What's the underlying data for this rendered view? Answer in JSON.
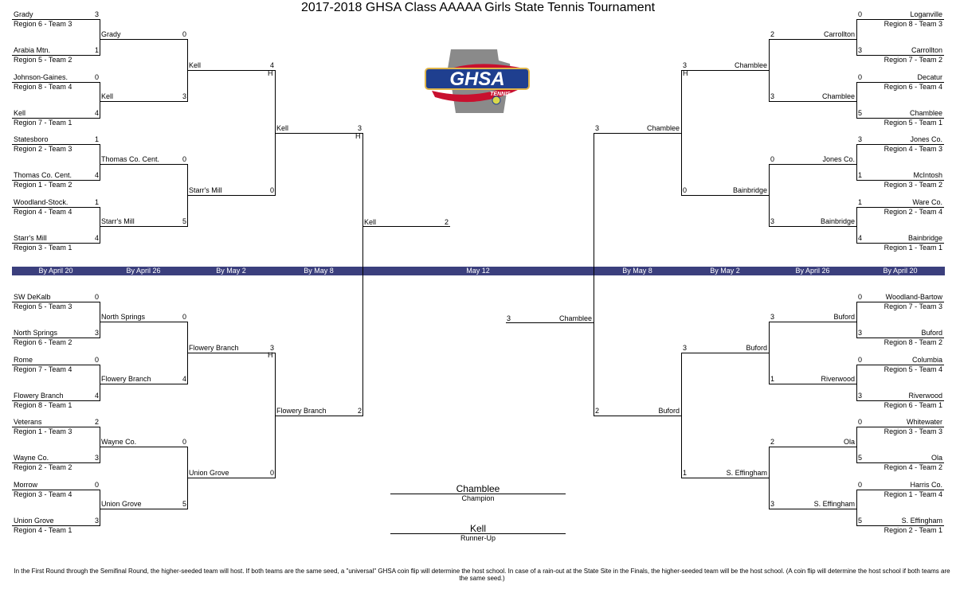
{
  "title": "2017-2018 GHSA Class AAAAA Girls State Tennis Tournament",
  "logo": {
    "icon": "ghsa-tennis-logo",
    "text": "GHSA",
    "subtext": "TENNIS"
  },
  "rounds": [
    "By April 20",
    "By April 26",
    "By May 2",
    "By May 8",
    "May 12",
    "By May 8",
    "By May 2",
    "By April 26",
    "By April 20"
  ],
  "host_marker": "H",
  "left_top": {
    "r1": [
      {
        "name": "Grady",
        "seed": "Region 6 - Team 3",
        "score": "3"
      },
      {
        "name": "Arabia Mtn.",
        "seed": "Region 5 - Team 2",
        "score": "1"
      },
      {
        "name": "Johnson-Gaines.",
        "seed": "Region 8 - Team 4",
        "score": "0"
      },
      {
        "name": "Kell",
        "seed": "Region 7 - Team 1",
        "score": "4"
      },
      {
        "name": "Statesboro",
        "seed": "Region 2 - Team 3",
        "score": "1"
      },
      {
        "name": "Thomas Co. Cent.",
        "seed": "Region 1 - Team 2",
        "score": "4"
      },
      {
        "name": "Woodland-Stock.",
        "seed": "Region 4 - Team 4",
        "score": "1"
      },
      {
        "name": "Starr's Mill",
        "seed": "Region 3 - Team 1",
        "score": "4"
      }
    ],
    "r2": [
      {
        "name": "Grady",
        "score": "0"
      },
      {
        "name": "Kell",
        "score": "3"
      },
      {
        "name": "Thomas Co. Cent.",
        "score": "0"
      },
      {
        "name": "Starr's Mill",
        "score": "5"
      }
    ],
    "qf": [
      {
        "name": "Kell",
        "score": "4"
      },
      {
        "name": "Starr's Mill",
        "score": "0"
      }
    ],
    "sf": {
      "name": "Kell",
      "score": "3"
    }
  },
  "left_bottom": {
    "r1": [
      {
        "name": "SW DeKalb",
        "seed": "Region 5 - Team 3",
        "score": "0"
      },
      {
        "name": "North Springs",
        "seed": "Region 6 - Team 2",
        "score": "3"
      },
      {
        "name": "Rome",
        "seed": "Region 7 - Team 4",
        "score": "0"
      },
      {
        "name": "Flowery Branch",
        "seed": "Region 8 - Team 1",
        "score": "4"
      },
      {
        "name": "Veterans",
        "seed": "Region 1 - Team 3",
        "score": "2"
      },
      {
        "name": "Wayne Co.",
        "seed": "Region 2 - Team 2",
        "score": "3"
      },
      {
        "name": "Morrow",
        "seed": "Region 3 - Team 4",
        "score": "0"
      },
      {
        "name": "Union Grove",
        "seed": "Region 4 - Team 1",
        "score": "3"
      }
    ],
    "r2": [
      {
        "name": "North Springs",
        "score": "0"
      },
      {
        "name": "Flowery Branch",
        "score": "4"
      },
      {
        "name": "Wayne Co.",
        "score": "0"
      },
      {
        "name": "Union Grove",
        "score": "5"
      }
    ],
    "qf": [
      {
        "name": "Flowery Branch",
        "score": "3"
      },
      {
        "name": "Union Grove",
        "score": "0"
      }
    ],
    "sf": {
      "name": "Flowery Branch",
      "score": "2"
    }
  },
  "right_top": {
    "r1": [
      {
        "name": "Loganville",
        "seed": "Region 8 - Team 3",
        "score": "0"
      },
      {
        "name": "Carrollton",
        "seed": "Region 7 - Team 2",
        "score": "3"
      },
      {
        "name": "Decatur",
        "seed": "Region 6 - Team 4",
        "score": "0"
      },
      {
        "name": "Chamblee",
        "seed": "Region 5 - Team 1",
        "score": "5"
      },
      {
        "name": "Jones Co.",
        "seed": "Region 4 - Team 3",
        "score": "3"
      },
      {
        "name": "McIntosh",
        "seed": "Region 3 - Team 2",
        "score": "1"
      },
      {
        "name": "Ware Co.",
        "seed": "Region 2 - Team 4",
        "score": "1"
      },
      {
        "name": "Bainbridge",
        "seed": "Region 1 - Team 1",
        "score": "4"
      }
    ],
    "r2": [
      {
        "name": "Carrollton",
        "score": "2"
      },
      {
        "name": "Chamblee",
        "score": "3"
      },
      {
        "name": "Jones Co.",
        "score": "0"
      },
      {
        "name": "Bainbridge",
        "score": "3"
      }
    ],
    "qf": [
      {
        "name": "Chamblee",
        "score": "3"
      },
      {
        "name": "Bainbridge",
        "score": "0"
      }
    ],
    "sf": {
      "name": "Chamblee",
      "score": "3"
    }
  },
  "right_bottom": {
    "r1": [
      {
        "name": "Woodland-Bartow",
        "seed": "Region 7 - Team 3",
        "score": "0"
      },
      {
        "name": "Buford",
        "seed": "Region 8 - Team 2",
        "score": "3"
      },
      {
        "name": "Columbia",
        "seed": "Region 5 - Team 4",
        "score": "0"
      },
      {
        "name": "Riverwood",
        "seed": "Region 6 - Team 1",
        "score": "3"
      },
      {
        "name": "Whitewater",
        "seed": "Region 3 - Team 3",
        "score": "0"
      },
      {
        "name": "Ola",
        "seed": "Region 4 - Team 2",
        "score": "5"
      },
      {
        "name": "Harris Co.",
        "seed": "Region 1 - Team 4",
        "score": "0"
      },
      {
        "name": "S. Effingham",
        "seed": "Region 2 - Team 1",
        "score": "5"
      }
    ],
    "r2": [
      {
        "name": "Buford",
        "score": "3"
      },
      {
        "name": "Riverwood",
        "score": "1"
      },
      {
        "name": "Ola",
        "score": "2"
      },
      {
        "name": "S. Effingham",
        "score": "3"
      }
    ],
    "qf": [
      {
        "name": "Buford",
        "score": "3"
      },
      {
        "name": "S. Effingham",
        "score": "1"
      }
    ],
    "sf": {
      "name": "Buford",
      "score": "2"
    }
  },
  "final": {
    "left": {
      "name": "Kell",
      "score": "2"
    },
    "right": {
      "name": "Chamblee",
      "score": "3"
    }
  },
  "champion": {
    "name": "Chamblee",
    "label": "Champion"
  },
  "runner_up": {
    "name": "Kell",
    "label": "Runner-Up"
  },
  "footnote": "In the First Round through the Semifinal Round, the higher-seeded team will host.  If both teams are the same seed, a \"universal\" GHSA coin flip will determine the host school. In case of a rain-out at the State Site in the Finals, the higher-seeded team will be the host school. (A coin flip will determine the host school if both teams are the same seed.)"
}
